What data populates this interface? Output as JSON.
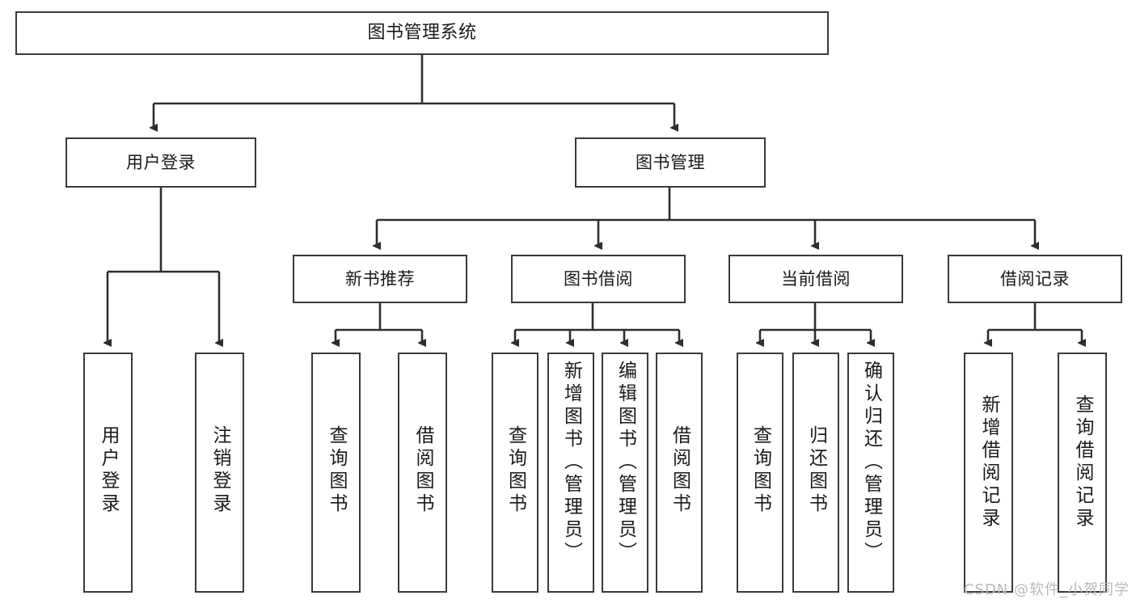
{
  "diagram": {
    "title": "图书管理系统",
    "type": "tree-hierarchy-chart",
    "root": {
      "label": "图书管理系统"
    },
    "level2": [
      {
        "label": "用户登录"
      },
      {
        "label": "图书管理"
      }
    ],
    "level3": [
      {
        "label": "新书推荐"
      },
      {
        "label": "图书借阅"
      },
      {
        "label": "当前借阅"
      },
      {
        "label": "借阅记录"
      }
    ],
    "leaves": {
      "user_login": [
        {
          "label": "用户登录"
        },
        {
          "label": "注销登录"
        }
      ],
      "new_book_recommend": [
        {
          "label": "查询图书"
        },
        {
          "label": "借阅图书"
        }
      ],
      "book_borrow": [
        {
          "label": "查询图书"
        },
        {
          "label": "新增图书（管理员）"
        },
        {
          "label": "编辑图书（管理员）"
        },
        {
          "label": "借阅图书"
        }
      ],
      "current_borrow": [
        {
          "label": "查询图书"
        },
        {
          "label": "归还图书"
        },
        {
          "label": "确认归还（管理员）"
        }
      ],
      "borrow_record": [
        {
          "label": "新增借阅记录"
        },
        {
          "label": "查询借阅记录"
        }
      ]
    }
  },
  "watermark": {
    "text": "CSDN @软件_小贺同学"
  },
  "colors": {
    "box_border": "#3a3a3a",
    "connector": "#2e2e2e",
    "text": "#1a1a1a",
    "background": "#ffffff",
    "watermark": "#b9b9b9"
  }
}
